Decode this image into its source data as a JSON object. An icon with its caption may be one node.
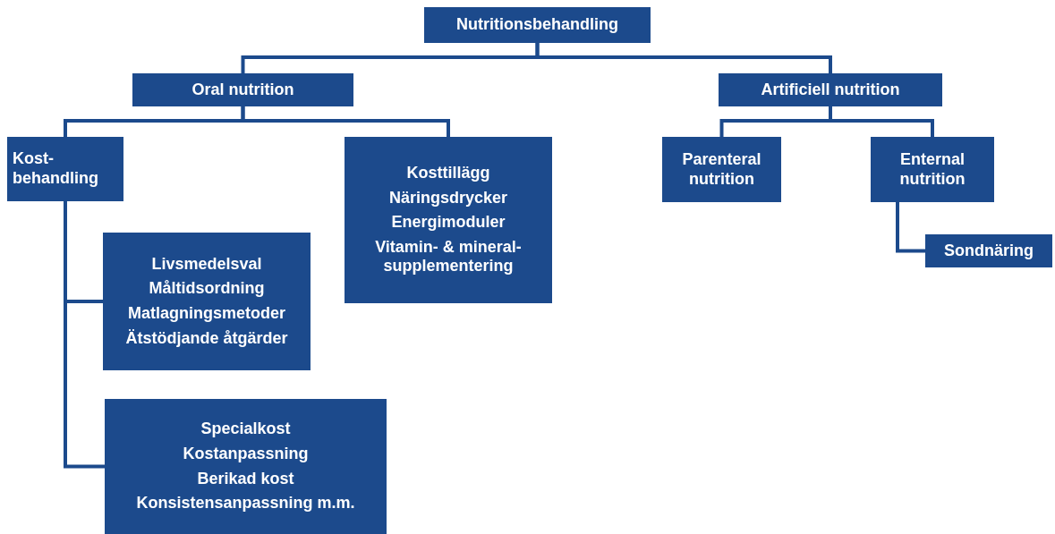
{
  "diagram": {
    "nodes": [
      {
        "text": [
          "Nutritionsbehandling"
        ]
      },
      {
        "text": [
          "Oral nutrition"
        ]
      },
      {
        "text": [
          "Artificiell nutrition"
        ]
      },
      {
        "text": [
          "Kost- behandling"
        ]
      },
      {
        "text": [
          "Kosttillägg",
          "Näringsdrycker",
          "Energimoduler",
          "Vitamin- & mineral- supplementering"
        ]
      },
      {
        "text": [
          "Parenteral nutrition"
        ]
      },
      {
        "text": [
          "Enternal nutrition"
        ]
      },
      {
        "text": [
          "Sondnäring"
        ]
      },
      {
        "text": [
          "Livsmedelsval",
          "Måltidsordning",
          "Matlagningsmetoder",
          "Ätstödjande åtgärder"
        ]
      },
      {
        "text": [
          "Specialkost",
          "Kostanpassning",
          "Berikad kost",
          "Konsistensanpassning m.m."
        ]
      }
    ],
    "edges": [
      {
        "from": 0,
        "to": 1,
        "arrow": "none"
      },
      {
        "from": 0,
        "to": 2,
        "arrow": "none"
      },
      {
        "from": 1,
        "to": 3,
        "arrow": "none"
      },
      {
        "from": 1,
        "to": 4,
        "arrow": "none"
      },
      {
        "from": 2,
        "to": 5,
        "arrow": "none"
      },
      {
        "from": 2,
        "to": 6,
        "arrow": "none"
      },
      {
        "from": 6,
        "to": 7,
        "arrow": "none"
      },
      {
        "from": 3,
        "to": 8,
        "arrow": "none"
      },
      {
        "from": 3,
        "to": 9,
        "arrow": "none"
      }
    ]
  }
}
